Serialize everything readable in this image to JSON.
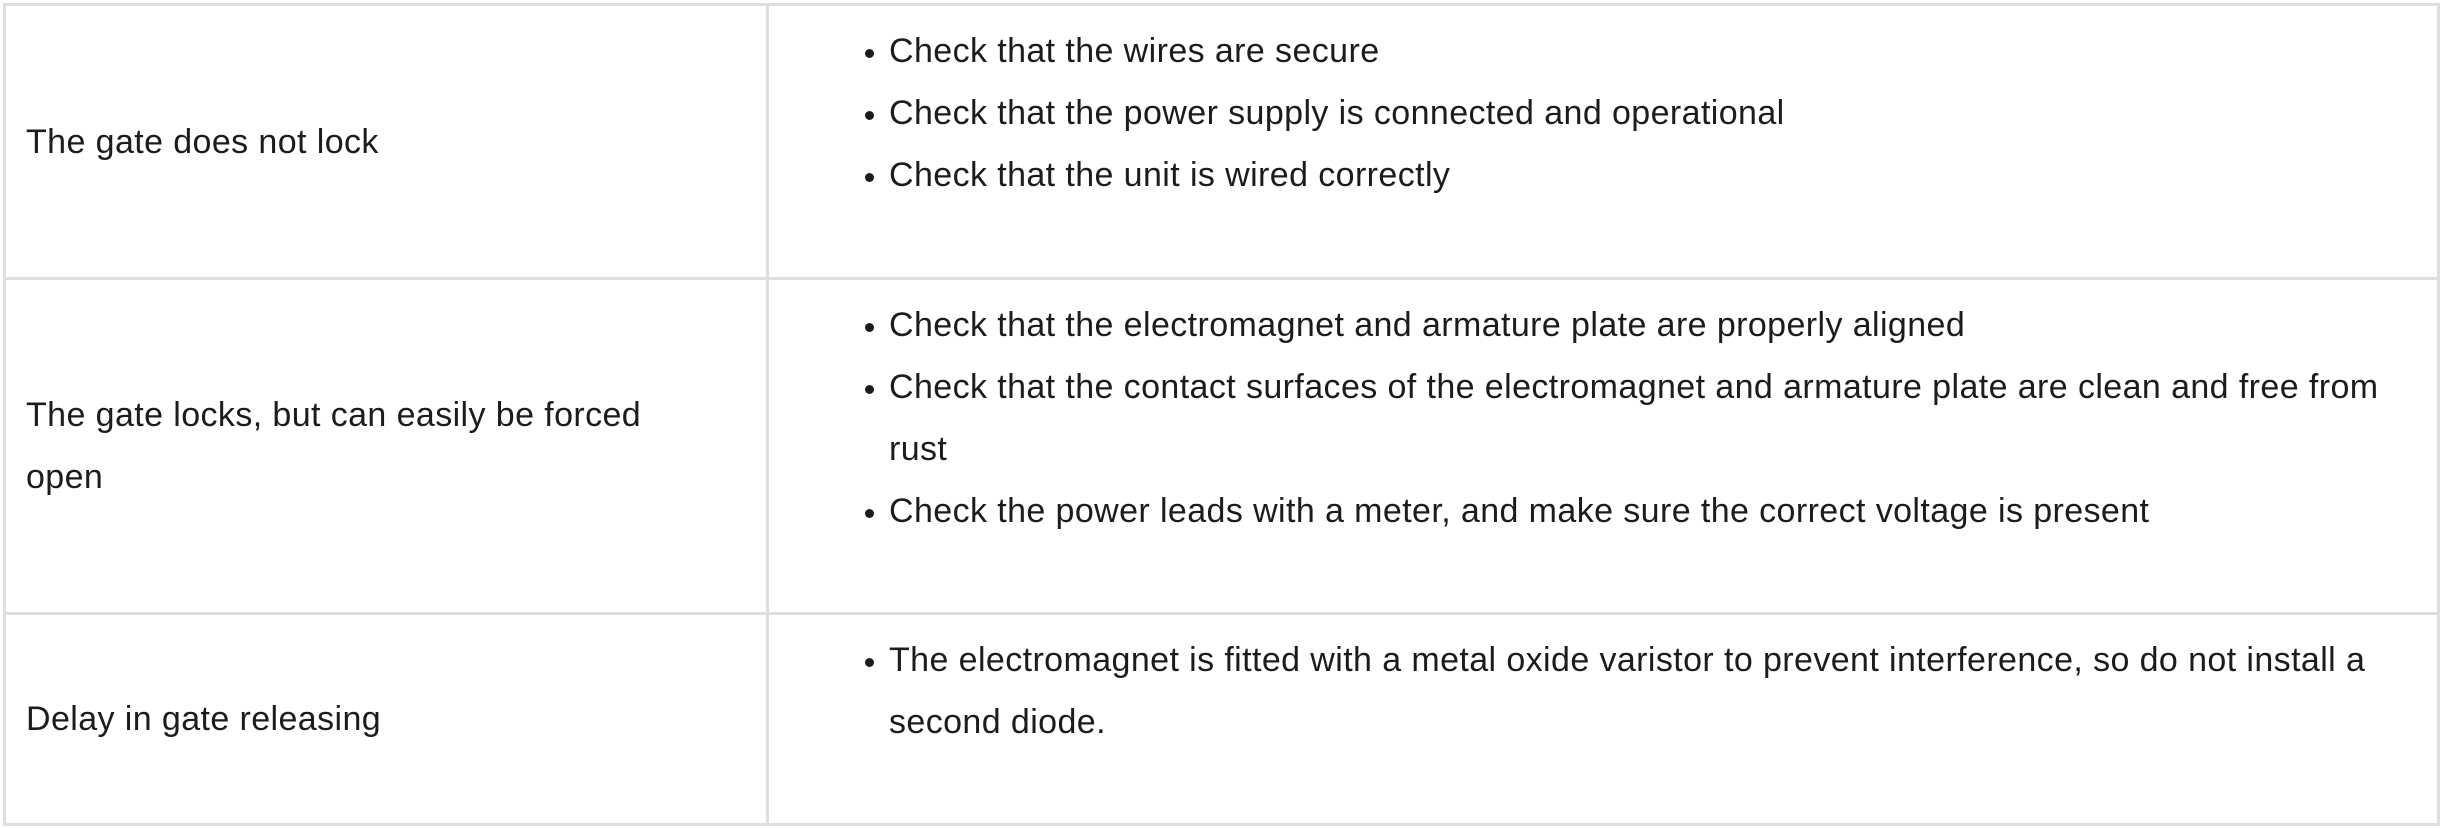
{
  "rows": [
    {
      "issue": "The gate does not lock",
      "fixes": [
        "Check that the wires are secure",
        "Check that the power supply is connected and operational",
        "Check that the unit is wired correctly"
      ]
    },
    {
      "issue": "The gate locks, but can easily be forced open",
      "fixes": [
        "Check that the electromagnet and armature plate are properly aligned",
        "Check that the contact surfaces of the electromagnet and armature plate are clean and free from rust",
        "Check the power leads with a meter, and make sure the correct voltage is present"
      ]
    },
    {
      "issue": "Delay in gate releasing",
      "fixes": [
        "The electromagnet is fitted with a metal oxide varistor to prevent interference, so do not install a second diode."
      ]
    }
  ]
}
